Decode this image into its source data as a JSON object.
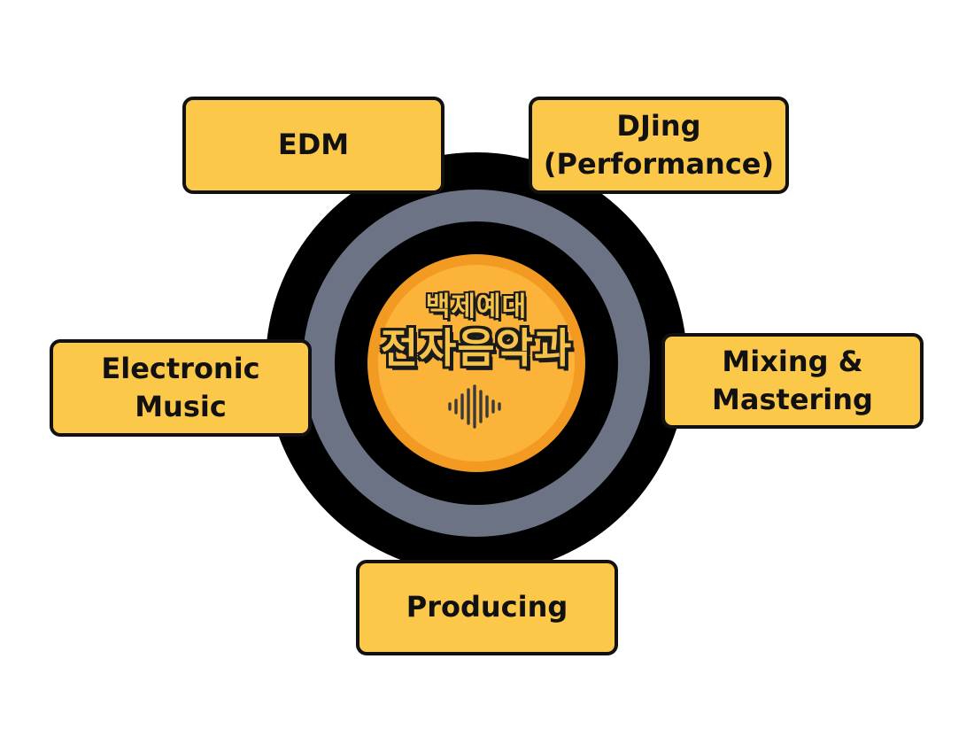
{
  "center": {
    "line1": "백제예대",
    "line2": "전자음악과",
    "wave_icon": "sound-wave-icon"
  },
  "nodes": {
    "edm": "EDM",
    "djing": "DJing\n(Performance)",
    "electronic_music": "Electronic\nMusic",
    "mixing_mastering": "Mixing &\nMastering",
    "producing": "Producing"
  },
  "colors": {
    "box_fill": "#fbc84a",
    "box_border": "#111111",
    "disc_black": "#000000",
    "disc_ring": "#6b7385",
    "label_orange": "#f29a22",
    "label_yellow": "#fbb33a"
  }
}
